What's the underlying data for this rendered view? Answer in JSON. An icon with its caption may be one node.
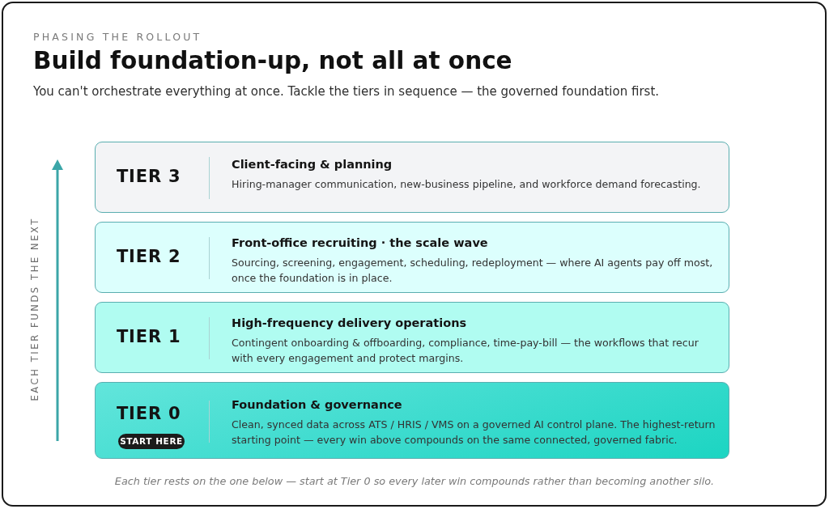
{
  "diagram": {
    "title": "Build foundation-up, not all at once",
    "caption": "Each tier rests on the one below — start at Tier 0 so every later win compounds rather than becoming another silo.",
    "nodes": [
      {
        "text": [
          "TIER 3",
          "Client-facing & planning",
          "Hiring-manager communication, new-business pipeline, and workforce demand forecasting."
        ]
      },
      {
        "text": [
          "TIER 2",
          "Front-office recruiting · the scale wave",
          "Sourcing, screening, engagement, scheduling, redeployment — where AI agents pay off most, once the foundation is in place."
        ]
      },
      {
        "text": [
          "TIER 1",
          "High-frequency delivery operations",
          "Contingent onboarding & offboarding, compliance, time-pay-bill — the workflows that recur with every engagement and protect margins."
        ]
      },
      {
        "text": [
          "TIER 0",
          "Foundation & governance",
          "Clean, synced data across ATS / HRIS / VMS on a governed AI control plane. The highest-return starting point — every win above compounds on the same connected, governed fabric."
        ]
      },
      {
        "text": [
          "START HERE"
        ],
        "in": 3
      }
    ],
    "labels": [
      "PHASING THE ROLLOUT",
      "You can't orchestrate everything at once. Tackle the tiers in sequence — the governed foundation first.",
      "EACH TIER FUNDS THE NEXT"
    ]
  }
}
